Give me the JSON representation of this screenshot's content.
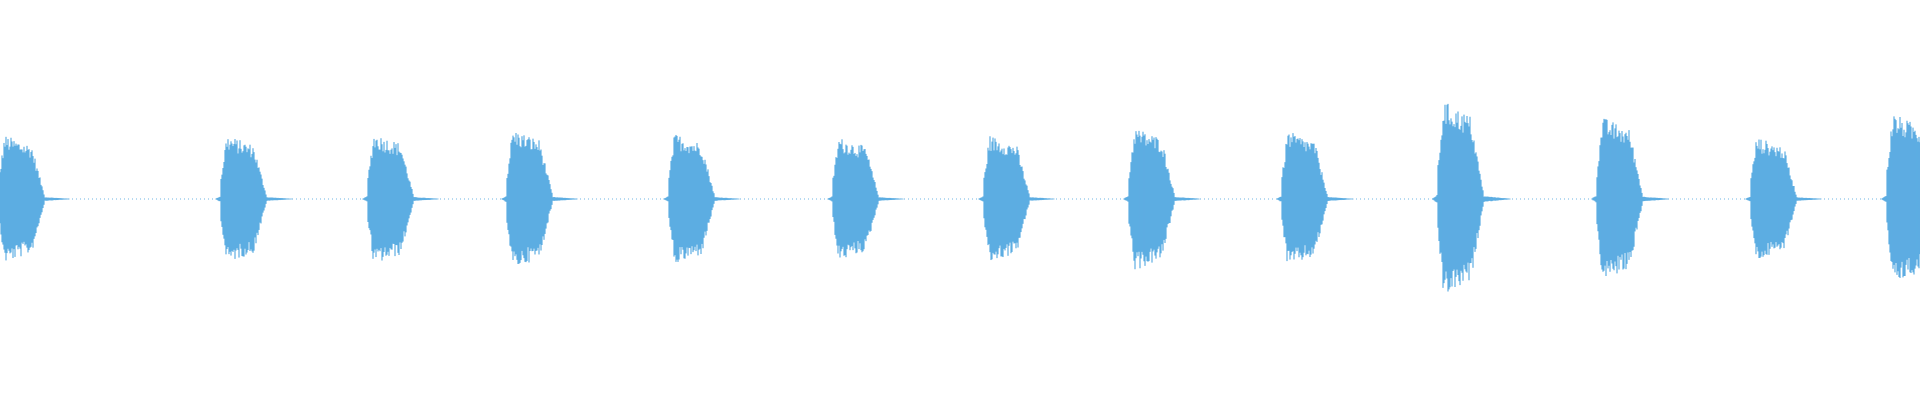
{
  "waveform": {
    "color": "#5dade2",
    "background": "#ffffff",
    "bursts": [
      {
        "amplitude": 0.32
      },
      {
        "amplitude": 0.32
      },
      {
        "amplitude": 0.33
      },
      {
        "amplitude": 0.35
      },
      {
        "amplitude": 0.33
      },
      {
        "amplitude": 0.31
      },
      {
        "amplitude": 0.32
      },
      {
        "amplitude": 0.36
      },
      {
        "amplitude": 0.34
      },
      {
        "amplitude": 0.49
      },
      {
        "amplitude": 0.41
      },
      {
        "amplitude": 0.31
      },
      {
        "amplitude": 0.43
      }
    ]
  }
}
